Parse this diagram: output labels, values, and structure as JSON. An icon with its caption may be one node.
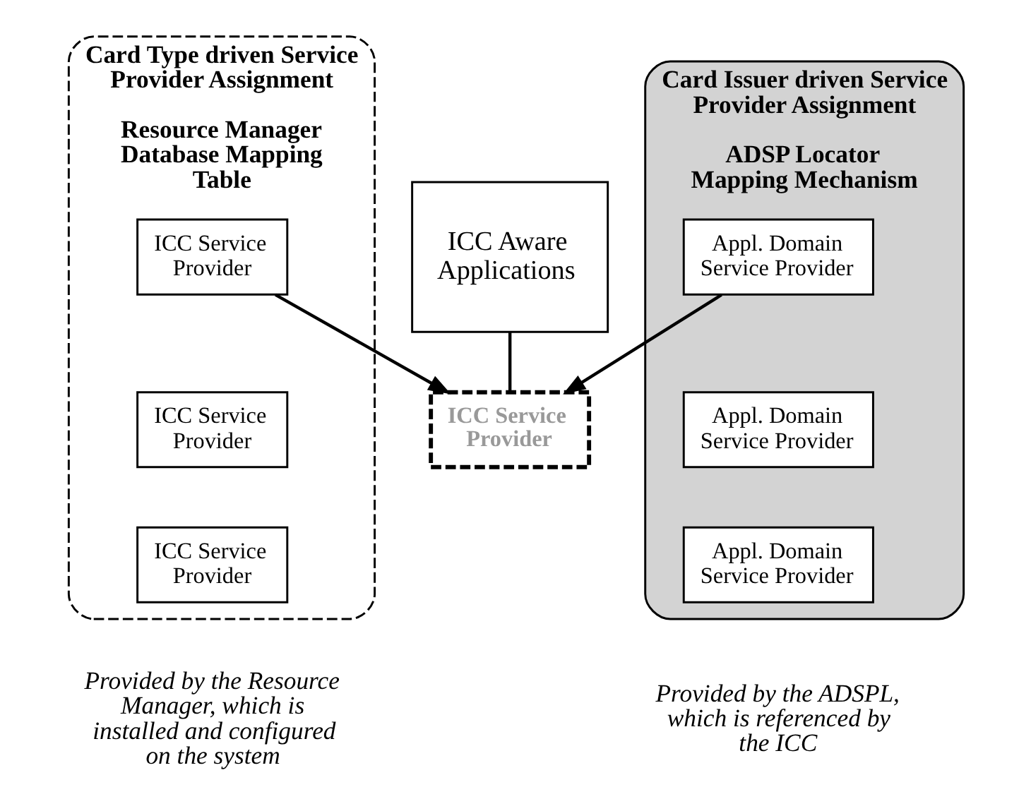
{
  "diagram": {
    "nodes": [
      {
        "text": [
          "Card Type driven Service Provider Assignment",
          "Resource Manager Database Mapping Table"
        ],
        "beside": [
          "Provided by the Resource Manager, which is installed and configured on the system"
        ]
      },
      {
        "text": [
          "ICC Service Provider"
        ],
        "in": 0
      },
      {
        "text": [
          "ICC Service Provider"
        ],
        "in": 0
      },
      {
        "text": [
          "ICC Service Provider"
        ],
        "in": 0
      },
      {
        "text": [
          "ICC Aware Applications"
        ]
      },
      {
        "text": [
          "ICC Service Provider"
        ]
      },
      {
        "text": [
          "Card Issuer driven Service Provider Assignment",
          "ADSP Locator Mapping Mechanism"
        ],
        "beside": [
          "Provided by the ADSPL, which is referenced by the ICC"
        ]
      },
      {
        "text": [
          "Appl. Domain Service Provider"
        ],
        "in": 6
      },
      {
        "text": [
          "Appl. Domain Service Provider"
        ],
        "in": 6
      },
      {
        "text": [
          "Appl. Domain Service Provider"
        ],
        "in": 6
      }
    ],
    "edges": [
      {
        "from": 1,
        "to": 5,
        "arrow": "to"
      },
      {
        "from": 7,
        "to": 5,
        "arrow": "to"
      },
      {
        "from": 4,
        "to": 5,
        "arrow": "none"
      }
    ]
  }
}
